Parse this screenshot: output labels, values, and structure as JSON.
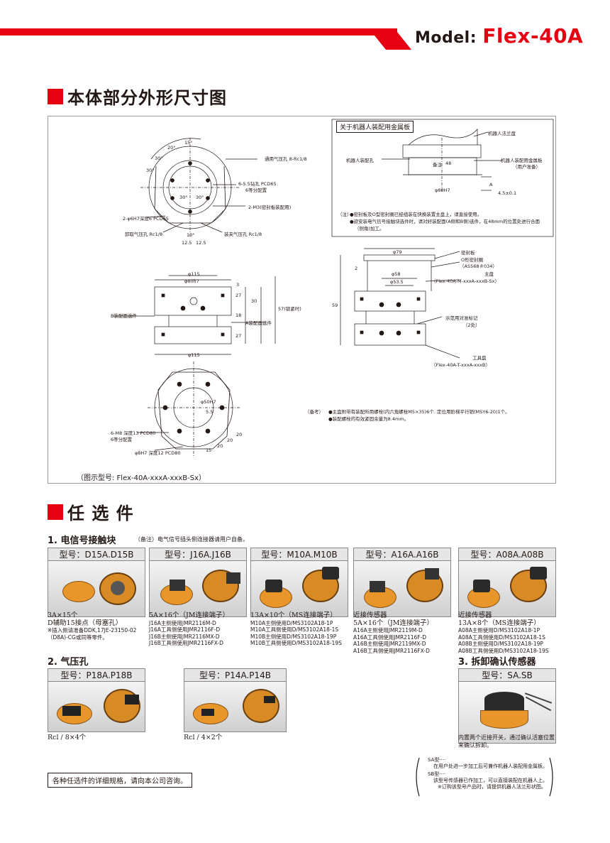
{
  "header": {
    "model_prefix": "Model:",
    "model_name": "Flex-40A"
  },
  "section1": {
    "title": "本体部分外形尺寸图"
  },
  "drawing": {
    "caption": "（图示型号: Flex-40A-xxxA-xxxB-Sx）",
    "left_top_labels": {
      "air_port": "通用气压孔 8-Rc1/8",
      "drill": "6-5.5钻孔 PCD65",
      "drill_sub": "6等分配置",
      "m3": "2-M3(密封板装配用)",
      "pin": "2-φ6H7深度6 PCD65",
      "unclamp": "卸取气压孔 Rc1/8",
      "clamp": "装夹气压孔 Rc1/8",
      "angle_15": "15°",
      "angle_20a": "20°",
      "angle_30a": "30°",
      "angle_30b": "30°",
      "angle_30c": "30°",
      "angle_30d": "30°",
      "angle_10": "10°",
      "dim_125a": "12.5",
      "dim_125b": "12.5"
    },
    "left_mid_labels": {
      "d115a": "φ115",
      "d80h7": "φ80h7",
      "b_side": "B装配面选件",
      "a_side": "A装配面选件",
      "d3": "3",
      "d27a": "27",
      "d30": "30",
      "d18": "18",
      "d27b": "27",
      "d57": "57(锁紧时)",
      "d115b": "φ115"
    },
    "left_bottom_labels": {
      "d50h7": "φ50H7",
      "d55": "5.5",
      "m8": "6-M8 深度13 PCD80",
      "m8_sub": "6等分配置",
      "pin8": "φ8H7 深度12 PCD80",
      "d15": "15",
      "d20a": "20",
      "d20b": "20",
      "d20c": "20"
    },
    "right_top": {
      "box_title": "关于机器人装配用金属板",
      "flange": "机器人法兰盘",
      "robot_hole": "机器人装配孔",
      "plate": "机器人装配用金属板",
      "plate_sub": "（用户准备）",
      "d48": "48",
      "d80h7": "φ80H7",
      "d45": "4.5±0.1",
      "a_mark": "A",
      "ref_mark": "备注",
      "note_label": "（注）",
      "note1": "●密封板及O型密封圈已经组装在快换装置主盘上，请直接使用。",
      "note2": "●欲安装电气信号接触块选件时，请对好装配面(A侧和B侧)选件，在48mm的位置处进行合面",
      "note3": "（侧角)加工。"
    },
    "right_mid": {
      "d79": "φ79",
      "d58": "φ58",
      "d535": "φ53.5",
      "d2": "2",
      "d59": "59",
      "seal": "密封板",
      "oring": "O形密封圈",
      "oring_code": "（AS568＃034）",
      "master": "主盘",
      "master_code": "（Flex-40A-M-xxxA-xxxB-Sx）",
      "mark": "示范用对准标记",
      "mark_sub": "（2处）",
      "tool": "工具盘",
      "tool_code": "（Flex-40A-T-xxxA-xxxB）"
    },
    "right_bottom": {
      "label": "（备考）",
      "line1": "●主盘附带有装配所用螺栓(内六角螺栓M5×35)6个. 定位用阶梯平行销(MSY6-20)1个。",
      "line2": "●装配螺栓的有效紧固余量为8.4mm。"
    }
  },
  "section2": {
    "title": "任 选 件"
  },
  "signal": {
    "title": "1. 电信号接触块",
    "note": "（备注）电气信号插头侧连接器请用户自备。",
    "cards": [
      {
        "model": "型号：D15A.D15B",
        "lines": [
          "3A×15个",
          "D辅助15接点（母塞孔）"
        ],
        "small": [
          "※插入侧请准备DDK,17JE-23150-02",
          "（D8A)-CG或同等零件。"
        ]
      },
      {
        "model": "型号：J16A.J16B",
        "lines": [
          "5A×16个（JM连接端子）"
        ],
        "small": [
          "J16A主侧使用JMR2116M-D",
          "J16A工具侧使用JMR2116F-D",
          "J16B主侧使用JMR2116MX-D",
          "J16B工具侧使用JMR2116FX-D"
        ]
      },
      {
        "model": "型号：M10A.M10B",
        "lines": [
          "13A×10个（MS连接端子）"
        ],
        "small": [
          "M10A主侧使用D/MS3102A18-1P",
          "M10A工具侧使用D/MS3102A18-1S",
          "M10B主侧使用D/MS3102A18-19P",
          "M10B工具侧使用D/MS3102A18-19S"
        ]
      },
      {
        "model": "型号：A16A.A16B",
        "lines": [
          "近接传感器",
          "5A×16个（JM连接端子）"
        ],
        "small": [
          "A16A主侧使用JMR2119M-D",
          "A16A工具侧使用JMR2116F-D",
          "A16B主侧使用JMR2119MX-D",
          "A16B工具侧使用JMR2116FX-D"
        ]
      },
      {
        "model": "型号：A08A.A08B",
        "lines": [
          "近接传感器",
          "13A×8个（MS连接端子）"
        ],
        "small": [
          "A08A主侧使用D/MS3102A18-1P",
          "A08A工具侧使用D/MS3102A18-1S",
          "A08B主侧使用D/MS3102A18-19P",
          "A08B工具侧使用D/MS3102A18-19S"
        ]
      }
    ]
  },
  "air": {
    "title": "2. 气压孔",
    "cards": [
      {
        "model": "型号：P18A.P18B",
        "desc": "Rcl / 8×4个"
      },
      {
        "model": "型号：P14A.P14B",
        "desc": "Rcl / 4×2个"
      }
    ]
  },
  "sensor": {
    "title": "3. 拆卸确认传感器",
    "model": "型号：SA.SB",
    "desc1": "内置两个近接开关，通过确认活塞位置",
    "desc2": "来确认拆卸。"
  },
  "footer": {
    "note": "各种任选件的详细规格，请向本公司咨询。",
    "sa_label": "SA型····",
    "sa_text": "在用户处进一步加工后可兼作机器人装配用金属板。",
    "sb_label": "SB型····",
    "sb_text1": "该型号传感器已作加工，可以直接装配在机器人上。",
    "sb_text2": "※订购该型号产品时，请提供机器人法兰形状图。"
  },
  "colors": {
    "accent": "#e60012",
    "ink": "#231815",
    "part_orange": "#e8962a"
  }
}
